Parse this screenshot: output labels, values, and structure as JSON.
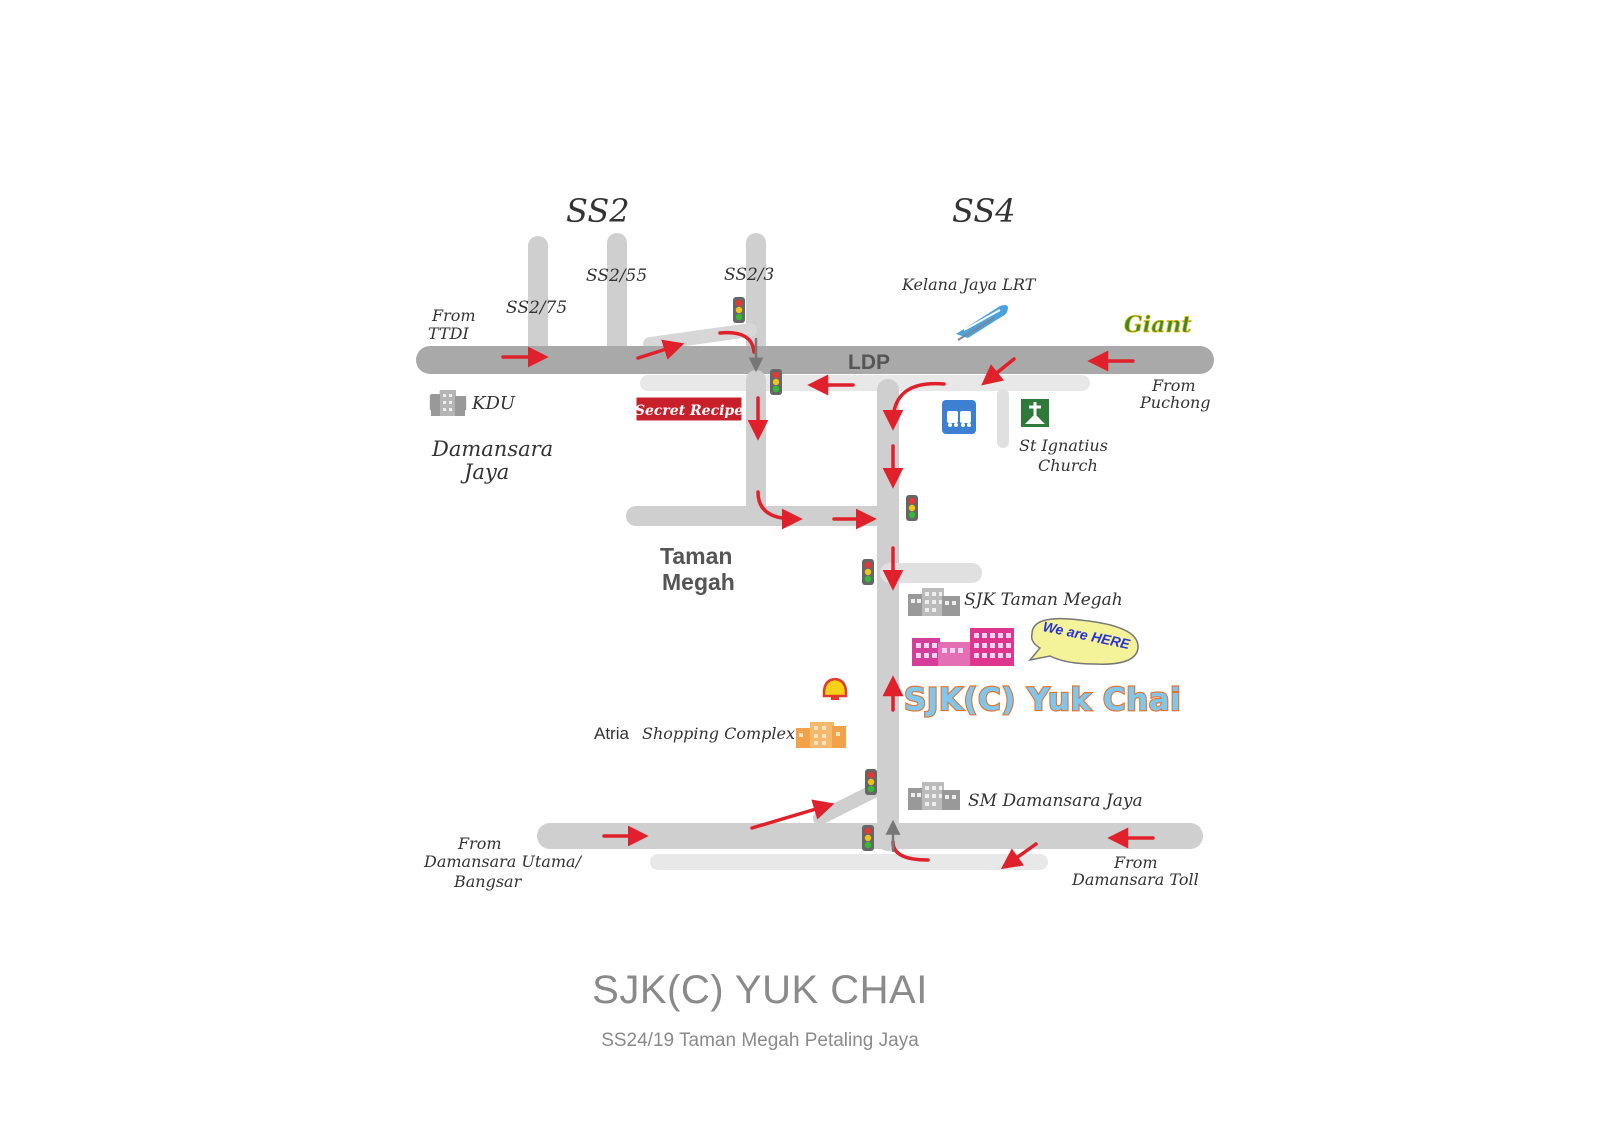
{
  "map": {
    "districts": {
      "ss2": "SS2",
      "ss4": "SS4"
    },
    "roads": {
      "ss2_75": "SS2/75",
      "ss2_55": "SS2/55",
      "ss2_3": "SS2/3",
      "ldp": "LDP"
    },
    "origins": {
      "ttdi": [
        "From",
        "TTDI"
      ],
      "puchong": [
        "From",
        "Puchong"
      ],
      "damansara_utama": [
        "From",
        "Damansara Utama/",
        "Bangsar"
      ],
      "damansara_toll": [
        "From",
        "Damansara Toll"
      ]
    },
    "landmarks": {
      "kelana_lrt": "Kelana Jaya LRT",
      "giant": "Giant",
      "kdu": "KDU",
      "secret_recipe": "Secret Recipe",
      "st_ignatius": [
        "St Ignatius",
        "Church"
      ],
      "sjk_taman_megah": "SJK Taman Megah",
      "we_are_here": "We are HERE",
      "school_name": "SJK(C) Yuk Chai",
      "atria_prefix": "Atria",
      "atria_rest": "Shopping Complex",
      "sm_damansara_jaya": "SM Damansara Jaya"
    },
    "areas": {
      "damansara_jaya": [
        "Damansara",
        "Jaya"
      ],
      "taman_megah": [
        "Taman",
        "Megah"
      ]
    },
    "colors": {
      "road": "#cfcfcf",
      "road_light": "#e8e8e8",
      "ldp": "#a9a9a9",
      "arrow": "#e0202a",
      "school_fill": "#7ec8f0",
      "school_outline": "#e8702a",
      "bubble": "#f5f39a"
    }
  },
  "caption": {
    "title": "SJK(C) YUK CHAI",
    "address": "SS24/19 Taman Megah Petaling Jaya"
  }
}
